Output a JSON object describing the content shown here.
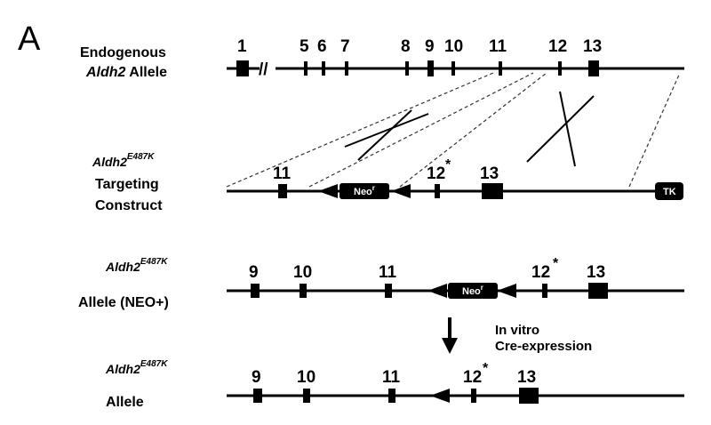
{
  "panel_letter": "A",
  "rows": {
    "endogenous": {
      "label_line1": "Endogenous",
      "label_gene": "Aldh2",
      "label_rest": " Allele",
      "exons": [
        "1",
        "5",
        "6",
        "7",
        "8",
        "9",
        "10",
        "11",
        "12",
        "13"
      ],
      "break_mark": "//"
    },
    "targeting": {
      "label_gene": "Aldh2",
      "label_sup": "E487K",
      "label_line2": "Targeting",
      "label_line3": "Construct",
      "exons": [
        "11",
        "12",
        "13"
      ],
      "mutation_mark": "*",
      "neo_label": "Neo",
      "neo_sup": "r",
      "tk_label": "TK"
    },
    "neo_allele": {
      "label_gene": "Aldh2",
      "label_sup": "E487K",
      "label_line2": "Allele (NEO+)",
      "exons": [
        "9",
        "10",
        "11",
        "12",
        "13"
      ],
      "mutation_mark": "*",
      "neo_label": "Neo",
      "neo_sup": "r"
    },
    "final_allele": {
      "label_gene": "Aldh2",
      "label_sup": "E487K",
      "label_line2": "Allele",
      "exons": [
        "9",
        "10",
        "11",
        "12",
        "13"
      ],
      "mutation_mark": "*"
    }
  },
  "step": {
    "line1": "In vitro",
    "line2": "Cre-expression"
  }
}
